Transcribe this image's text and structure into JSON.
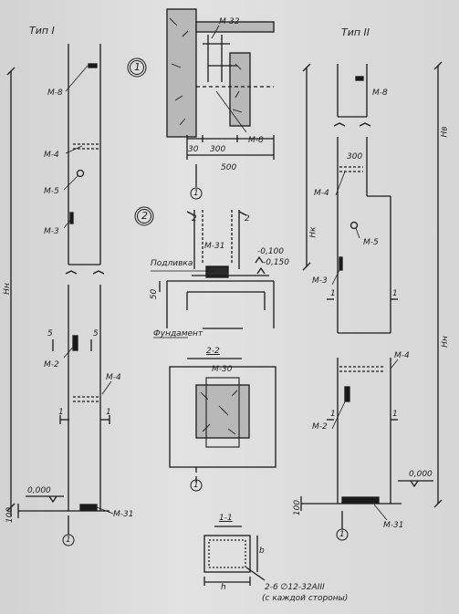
{
  "type_titles": {
    "left": "Тип I",
    "right": "Тип II"
  },
  "marks": {
    "m8": "М-8",
    "m4": "М-4",
    "m5": "М-5",
    "m3": "М-3",
    "m2": "М-2",
    "m31": "М-31",
    "m32": "М-32",
    "m30": "М-30"
  },
  "dims": {
    "d30": "30",
    "d300": "300",
    "d500": "500",
    "d50": "50",
    "d100": "100"
  },
  "levels": {
    "zero": "0,000",
    "minus100": "-0,100",
    "minus150": "-0,150"
  },
  "callouts": {
    "c1": "1",
    "c2": "2"
  },
  "section_marks": {
    "s1": "1",
    "s2": "2",
    "s5": "5"
  },
  "sections": {
    "s22": "2-2",
    "s11": "1-1"
  },
  "heights": {
    "hk": "Hк",
    "hv": "Hв",
    "hn": "Hн"
  },
  "section_h": "h",
  "section_b": "b",
  "labels": {
    "podlivka": "Подливка",
    "fundament": "Фундамент"
  },
  "rebar_note": {
    "line1": "2-6 ∅12-32АIII",
    "line2": "(с каждой стороны)"
  },
  "axis_label": "1"
}
